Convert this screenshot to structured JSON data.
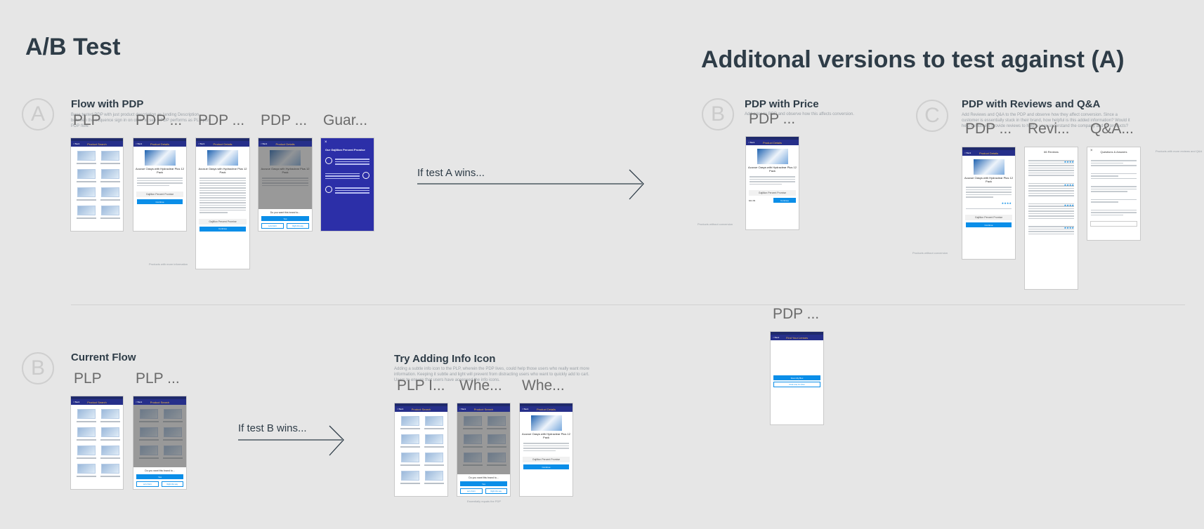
{
  "headings": {
    "ab_test": "A/B Test",
    "additional": "Additonal versions to test against (A)"
  },
  "markers": {
    "a": "A",
    "b1": "B",
    "c": "C",
    "b2": "B"
  },
  "flows": {
    "flow_pdp": {
      "title": "Flow with PDP",
      "desc": "Base tested PDP with just product description as landing Description between the sequence sign in on other to see if PDP performs as PLP plus PDP flow.",
      "screens": [
        "PLP",
        "PDP ...",
        "PDP ...",
        "PDP ...",
        "Guar..."
      ]
    },
    "pdp_price": {
      "title": "PDP with Price",
      "desc": "Add price to PDP and observe how this affects conversion.",
      "screens": [
        "PDP ..."
      ]
    },
    "pdp_reviews": {
      "title": "PDP with Reviews and Q&A",
      "desc": "Add Reviews and Q&A to the PDP and observe how they affect conversion. Since a customer is essentially stuck in their brand, how helpful is this added information? Would it help customers provide reviews to help a user understand the company and its products?",
      "screens": [
        "PDP ...",
        "Revi...",
        "Q&A..."
      ]
    },
    "current": {
      "title": "Current Flow",
      "screens": [
        "PLP",
        "PLP ..."
      ]
    },
    "info_icon": {
      "title": "Try Adding Info Icon",
      "desc": "Adding a subtle info icon to the PLP, wherein the PDP lives, could help those users who really want more information. Keeping it subtle and light will prevent from distracting users who want to quickly add to cart. Users to ensure that users have accessed the info icons.",
      "screens": [
        "PLP I...",
        "Whe...",
        "Whe..."
      ]
    },
    "lens": {
      "screens": [
        "PDP ..."
      ]
    }
  },
  "arrows": {
    "test_a": "If test A wins...",
    "test_b": "If test B wins..."
  },
  "notes": {
    "n1": "Products with more information",
    "n2": "Products without conversion",
    "n3": "Products without conversion",
    "n4": "Products with more reviews and Q&A",
    "n5": "Essentially equals the PDP"
  },
  "phone": {
    "nav_search": "Product Search",
    "nav_details": "Product Details",
    "back": "< Back",
    "product_title": "Acuvue Oasys with Hydraclear Plus 12 Pack",
    "promise": "Gajillion Percent Promise",
    "continue": "Continue",
    "sheet_question": "Do you want this brand to...",
    "yes": "Yes",
    "other_btn1": "Let's find it",
    "other_btn2": "Right this way",
    "guar_title": "Our Gajillion Percent Promise",
    "reviews_title": "66 Reviews",
    "qa_title": "Questions & Answers",
    "lens_title": "Find Your Lenses",
    "lens_primary": "Scan My Box",
    "lens_secondary": "Find one I'm fine"
  }
}
